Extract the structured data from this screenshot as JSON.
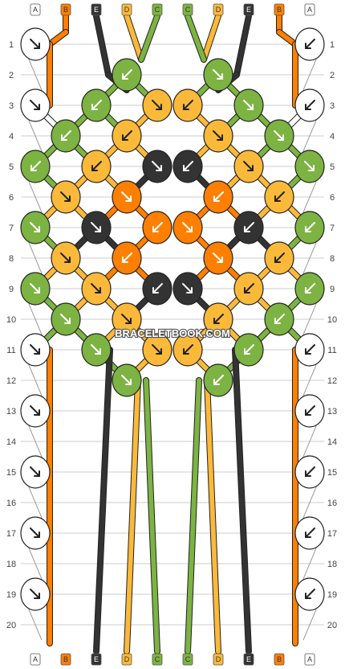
{
  "watermark": "BRACELETBOOK.COM",
  "strand_labels_top": [
    "A",
    "B",
    "E",
    "D",
    "C",
    "C",
    "D",
    "E",
    "B",
    "A"
  ],
  "strand_labels_bottom": [
    "A",
    "B",
    "E",
    "D",
    "C",
    "C",
    "D",
    "E",
    "B",
    "A"
  ],
  "row_numbers": [
    "1",
    "2",
    "3",
    "4",
    "5",
    "6",
    "7",
    "8",
    "9",
    "10",
    "11",
    "12",
    "13",
    "14",
    "15",
    "16",
    "17",
    "18",
    "19",
    "20"
  ],
  "colors": {
    "A": "#ffffff",
    "B": "#ff7f00",
    "C": "#7cb342",
    "D": "#fbb93a",
    "E": "#333333",
    "O": "#ff7f00"
  },
  "knot_icon": "arrow-icon"
}
